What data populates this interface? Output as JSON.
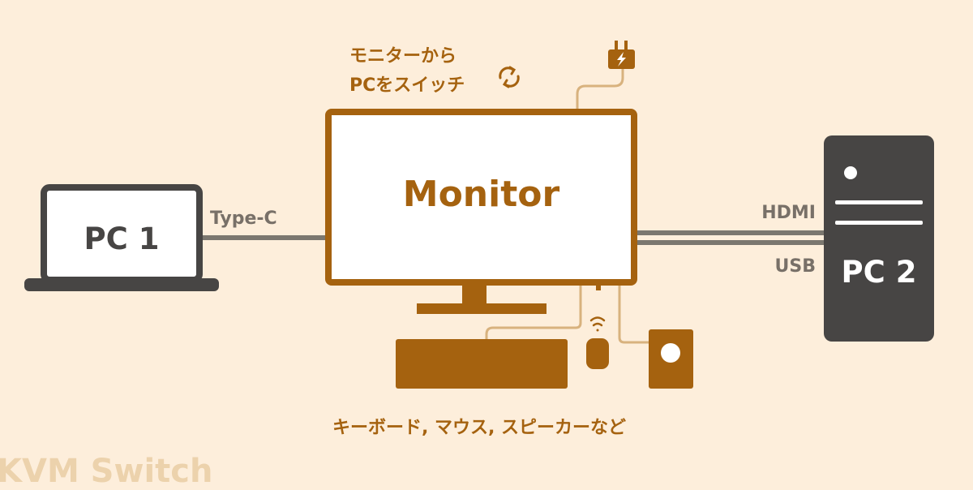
{
  "monitor": {
    "label": "Monitor"
  },
  "pc1": {
    "label": "PC 1",
    "cable": "Type-C"
  },
  "pc2": {
    "label": "PC 2",
    "cable_hdmi": "HDMI",
    "cable_usb": "USB"
  },
  "switch_note": {
    "line1": "モニターから",
    "line2": "PCをスイッチ"
  },
  "peripherals": {
    "label": "キーボード, マウス, スピーカーなど"
  },
  "watermark": "KVM Switch",
  "icons": {
    "switch": "refresh-icon",
    "power": "power-plug-icon",
    "wireless": "wireless-signal-icon"
  },
  "colors": {
    "background": "#fdeedb",
    "brown": "#a5620f",
    "dark": "#474544",
    "cable_gray": "#7b776f",
    "light_cable": "#d8b27e"
  }
}
